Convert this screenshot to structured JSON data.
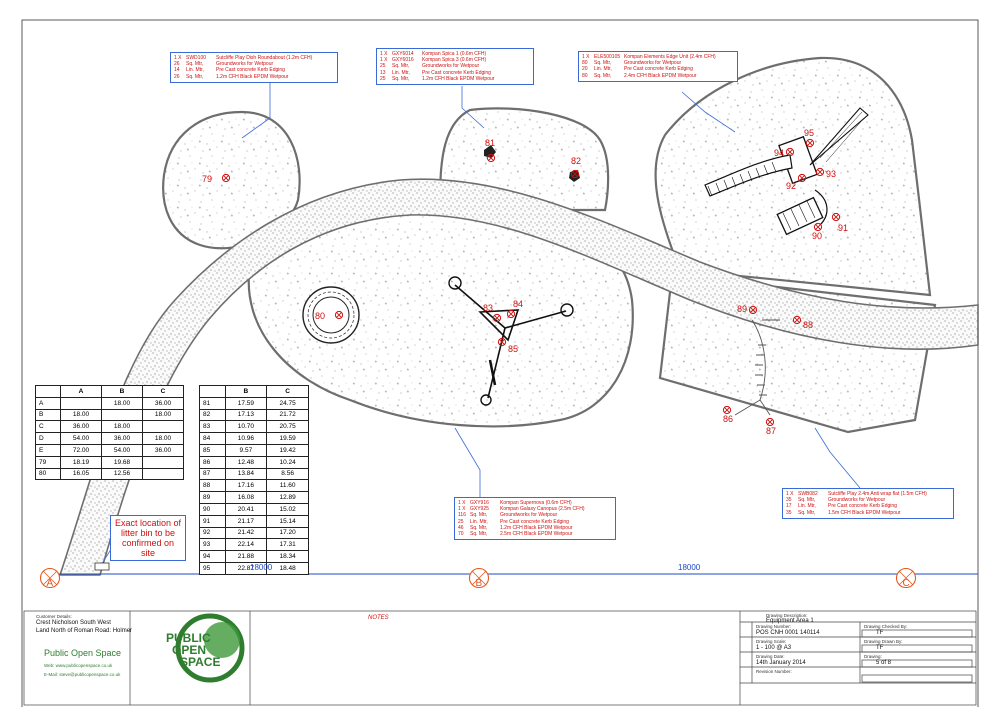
{
  "callouts": [
    {
      "id": "c1",
      "rows": [
        [
          "1 X",
          "SWD100",
          "Sutcliffe Play Dish Roundabout (1.2m CFH)"
        ],
        [
          "26",
          "Sq. Mtr,",
          "Groundworks for Wetpour"
        ],
        [
          "14",
          "Lin. Mtr,",
          "Pre Cast concrete Kerb Edging"
        ],
        [
          "26",
          "Sq. Mtr,",
          "1.2m CFH Black EPDM Wetpour"
        ]
      ]
    },
    {
      "id": "c2",
      "rows": [
        [
          "1 X",
          "GXY6014",
          "Kompan Spica 1 (0.6m CFH)"
        ],
        [
          "1 X",
          "GXY6016",
          "Kompan Spica 3 (0.6m CFH)"
        ],
        [
          "25",
          "Sq. Mtr,",
          "Groundworks for Wetpour"
        ],
        [
          "13",
          "Lin. Mtr,",
          "Pre Cast concrete Kerb Edging"
        ],
        [
          "25",
          "Sq. Mtr,",
          "1.2m CFH Black EPDM Wetpour"
        ]
      ]
    },
    {
      "id": "c3",
      "rows": [
        [
          "1 X",
          "ELE500105",
          "Kompan Elements Edge Unit (2.4m CFH)"
        ],
        [
          "80",
          "Sq. Mtr,",
          "Groundworks for Wetpour"
        ],
        [
          "20",
          "Lin. Mtr,",
          "Pre Cast concrete Kerb Edging"
        ],
        [
          "80",
          "Sq. Mtr,",
          "2.4m CFH Black EPDM Wetpour"
        ]
      ]
    },
    {
      "id": "c4",
      "rows": [
        [
          "1 X",
          "GXY916",
          "Kompan Supernova (0.6m CFH)"
        ],
        [
          "1 X",
          "GXY925",
          "Kompan Galaxy Canopus (2.5m CFH)"
        ],
        [
          "116",
          "Sq. Mtr,",
          "Groundworks for Wetpour"
        ],
        [
          "25",
          "Lin. Mtr,",
          "Pre Cast concrete Kerb Edging"
        ],
        [
          "46",
          "Sq. Mtr,",
          "1.2m CFH Black EPDM Wetpour"
        ],
        [
          "70",
          "Sq. Mtr,",
          "2.5m CFH Black EPDM Wetpour"
        ]
      ]
    },
    {
      "id": "c5",
      "rows": [
        [
          "1 X",
          "SWB082",
          "Sutcliffe Play 2.4m Anti wrap flat (1.5m CFH)"
        ],
        [
          "35",
          "Sq. Mtr,",
          "Groundworks for Wetpour"
        ],
        [
          "17",
          "Lin. Mtr,",
          "Pre Cast concrete Kerb Edging"
        ],
        [
          "35",
          "Sq. Mtr,",
          "1.5m CFH Black EPDM Wetpour"
        ]
      ]
    }
  ],
  "table1": {
    "headers": [
      "",
      "A",
      "B",
      "C"
    ],
    "rows": [
      [
        "A",
        "",
        "18.00",
        "36.00"
      ],
      [
        "B",
        "18.00",
        "",
        "18.00"
      ],
      [
        "C",
        "36.00",
        "18.00",
        ""
      ],
      [
        "D",
        "54.00",
        "36.00",
        "18.00"
      ],
      [
        "E",
        "72.00",
        "54.00",
        "36.00"
      ],
      [
        "79",
        "18.19",
        "19.68",
        ""
      ],
      [
        "80",
        "16.05",
        "12.56",
        ""
      ]
    ]
  },
  "table2": {
    "headers": [
      "",
      "B",
      "C"
    ],
    "rows": [
      [
        "81",
        "17.59",
        "24.75"
      ],
      [
        "82",
        "17.13",
        "21.72"
      ],
      [
        "83",
        "10.70",
        "20.75"
      ],
      [
        "84",
        "10.96",
        "19.59"
      ],
      [
        "85",
        "9.57",
        "19.42"
      ],
      [
        "86",
        "12.48",
        "10.24"
      ],
      [
        "87",
        "13.84",
        "8.56"
      ],
      [
        "88",
        "17.16",
        "11.60"
      ],
      [
        "89",
        "16.08",
        "12.89"
      ],
      [
        "90",
        "20.41",
        "15.02"
      ],
      [
        "91",
        "21.17",
        "15.14"
      ],
      [
        "92",
        "21.42",
        "17.20"
      ],
      [
        "93",
        "22.14",
        "17.31"
      ],
      [
        "94",
        "21.88",
        "18.34"
      ],
      [
        "95",
        "22.87",
        "18.48"
      ]
    ]
  },
  "markers": [
    "79",
    "80",
    "81",
    "82",
    "83",
    "84",
    "85",
    "86",
    "87",
    "88",
    "89",
    "90",
    "91",
    "92",
    "93",
    "94",
    "95"
  ],
  "datums": [
    "A",
    "B",
    "C"
  ],
  "dimensions": [
    "18000",
    "18000"
  ],
  "litter_note": "Exact location of litter bin to be confirmed on site",
  "titleblock": {
    "customer_label": "Customer Details:",
    "customer_lines": [
      "Crest Nicholson South West",
      "Land North of Roman Road: Holmer"
    ],
    "company": "Public Open Space",
    "web": "Web: www.publicopenspace.co.uk",
    "email": "E-Mail: steve@publicopenspace.co.uk",
    "logo_text": [
      "PUBLIC",
      "OPEN",
      "SPACE"
    ],
    "notes_label": "NOTES",
    "desc_label": "Drawing Description:",
    "desc_value": "Equipment Area 1",
    "number_label": "Drawing Number:",
    "number_value": "POS CNH 0001 140114",
    "scale_label": "Drawing Scale:",
    "scale_value": "1 - 100 @ A3",
    "date_label": "Drawing Date:",
    "date_value": "14th January 2014",
    "revision_label": "Revision Number:",
    "checked_label": "Drawing Checked By:",
    "checked_value": "TF",
    "drawn_label": "Drawing Drawn By:",
    "drawn_value": "TF",
    "drawing_label": "Drawing:",
    "drawing_value": "5 of 8"
  },
  "colors": {
    "annotation": "#cc1111",
    "leader": "#3a6ad8",
    "dimension": "#1d49c9",
    "datum": "#e8581c",
    "path": "#6e6e6e"
  }
}
